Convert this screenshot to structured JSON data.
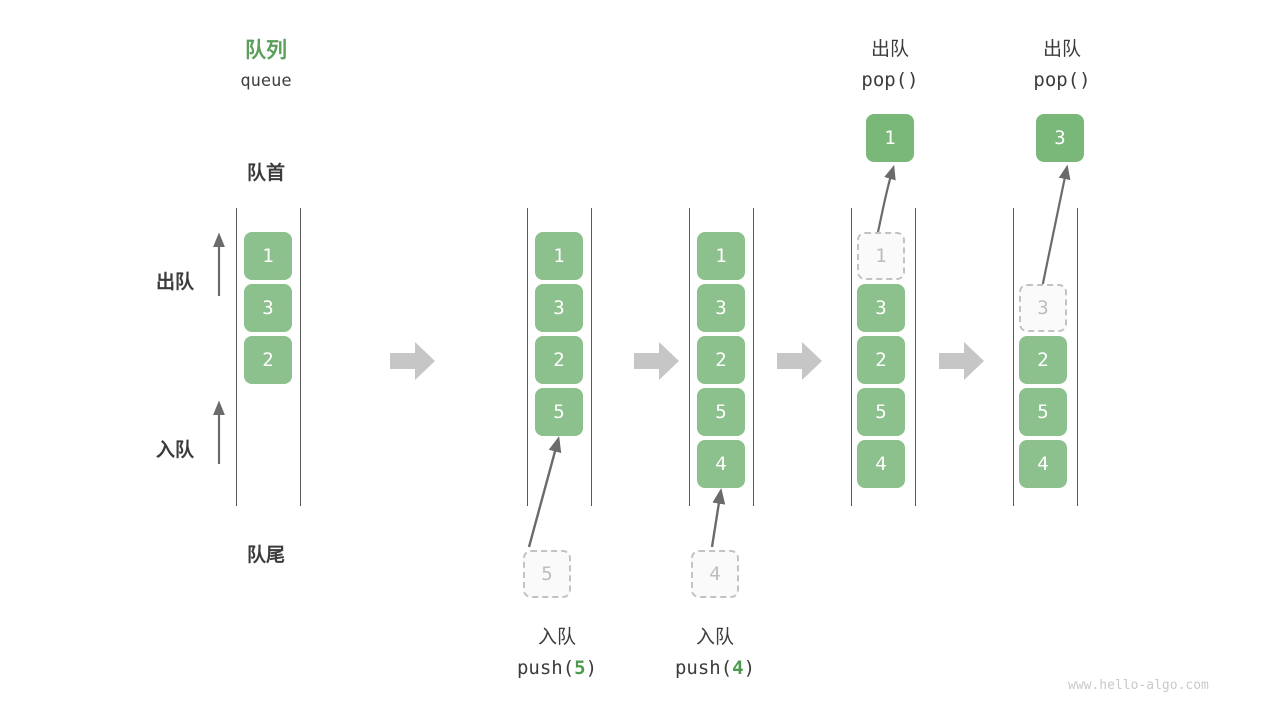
{
  "diagram": {
    "title_cn": "队列",
    "title_en": "queue",
    "head_label": "队首",
    "tail_label": "队尾",
    "dequeue_label": "出队",
    "enqueue_label": "入队",
    "watermark": "www.hello-algo.com",
    "colors": {
      "accent_green": "#8cc08c",
      "title_green": "#5aa05a",
      "code_green": "#4e9a4e",
      "text_dark": "#3c3c3c",
      "ghost_border": "#c2c2c2",
      "ghost_text": "#bdbdbd",
      "rail": "#5a5a5a",
      "step_arrow": "#c6c6c6",
      "watermark": "#c9c9c9"
    }
  },
  "stages": [
    {
      "id": "initial",
      "cells": [
        {
          "value": "1",
          "state": "filled"
        },
        {
          "value": "3",
          "state": "filled"
        },
        {
          "value": "2",
          "state": "filled"
        }
      ]
    },
    {
      "id": "after-push-5",
      "cells": [
        {
          "value": "1",
          "state": "filled"
        },
        {
          "value": "3",
          "state": "filled"
        },
        {
          "value": "2",
          "state": "filled"
        },
        {
          "value": "5",
          "state": "filled"
        }
      ],
      "incoming": {
        "value": "5",
        "state": "ghost"
      },
      "op_cn": "入队",
      "op_code_prefix": "push(",
      "op_code_arg": "5",
      "op_code_suffix": ")"
    },
    {
      "id": "after-push-4",
      "cells": [
        {
          "value": "1",
          "state": "filled"
        },
        {
          "value": "3",
          "state": "filled"
        },
        {
          "value": "2",
          "state": "filled"
        },
        {
          "value": "5",
          "state": "filled"
        },
        {
          "value": "4",
          "state": "filled"
        }
      ],
      "incoming": {
        "value": "4",
        "state": "ghost"
      },
      "op_cn": "入队",
      "op_code_prefix": "push(",
      "op_code_arg": "4",
      "op_code_suffix": ")"
    },
    {
      "id": "after-pop-1",
      "cells": [
        {
          "value": "1",
          "state": "ghost"
        },
        {
          "value": "3",
          "state": "filled"
        },
        {
          "value": "2",
          "state": "filled"
        },
        {
          "value": "5",
          "state": "filled"
        },
        {
          "value": "4",
          "state": "filled"
        }
      ],
      "outgoing": {
        "value": "1",
        "state": "pop-out"
      },
      "op_cn": "出队",
      "op_code": "pop()"
    },
    {
      "id": "after-pop-3",
      "cells": [
        {
          "value": "",
          "state": "empty"
        },
        {
          "value": "3",
          "state": "ghost"
        },
        {
          "value": "2",
          "state": "filled"
        },
        {
          "value": "5",
          "state": "filled"
        },
        {
          "value": "4",
          "state": "filled"
        }
      ],
      "outgoing": {
        "value": "3",
        "state": "pop-out"
      },
      "op_cn": "出队",
      "op_code": "pop()"
    }
  ]
}
